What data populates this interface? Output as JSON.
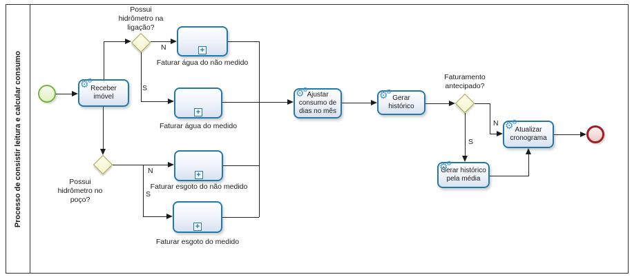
{
  "pool": {
    "lane_title": "Processo de consistir leitura e calcular consumo"
  },
  "nodes": {
    "receber_imovel": {
      "label": "Receber imóvel",
      "type": "service-task"
    },
    "faturar_agua_nao_medido": {
      "label": "Faturar água do não medido",
      "type": "collapsed-subprocess"
    },
    "faturar_agua_medido": {
      "label": "Faturar água do medido",
      "type": "collapsed-subprocess"
    },
    "faturar_esgoto_nao_medido": {
      "label": "Faturar esgoto do não medido",
      "type": "collapsed-subprocess"
    },
    "faturar_esgoto_medido": {
      "label": "Faturar esgoto do medido",
      "type": "collapsed-subprocess"
    },
    "ajustar_consumo": {
      "label": "Ajustar consumo de dias no mês",
      "type": "service-task"
    },
    "gerar_historico": {
      "label": "Gerar histórico",
      "type": "service-task"
    },
    "gerar_historico_media": {
      "label": "Gerar histórico pela média",
      "type": "service-task"
    },
    "atualizar_cronograma": {
      "label": "Atualizar cronograma",
      "type": "service-task"
    }
  },
  "gateways": {
    "hidrometro_ligacao": {
      "label": "Possui hidrômetro na ligação?"
    },
    "hidrometro_poco": {
      "label": "Possui hidrômetro no poço?"
    },
    "faturamento_antecipado": {
      "label": "Faturamento antecipado?"
    }
  },
  "branches": {
    "ligacao_n": "N",
    "ligacao_s": "S",
    "poco_n": "N",
    "poco_s": "S",
    "faturamento_n": "N",
    "faturamento_s": "S"
  },
  "icons": {
    "gear": "⚙",
    "subprocess_plus": "+"
  },
  "colors": {
    "task_border": "#2178ab",
    "gateway_border": "#a8a43c",
    "start_event_border": "#76b43d",
    "end_event_border": "#a01e21",
    "gear_icon": "#4394c8",
    "flow_line": "#1c1c1c"
  }
}
